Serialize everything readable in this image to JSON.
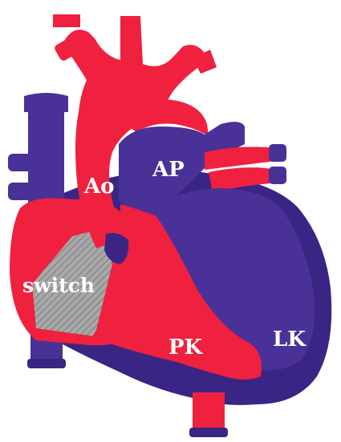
{
  "labels": {
    "ao": "Ao",
    "ap": "AP",
    "switch": "switch",
    "pk": "PK",
    "lk": "LK"
  },
  "colors": {
    "red": "#f0203f",
    "blue": "#4a3198",
    "dark_blue": "#3a2585",
    "gray": "#9a9a9a",
    "background": "#ffffff"
  }
}
